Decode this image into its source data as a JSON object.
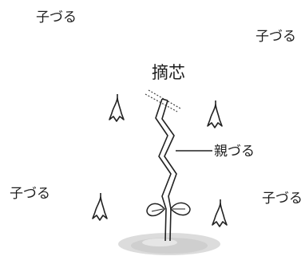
{
  "labels": {
    "top_left": "子づる",
    "top_right": "子づる",
    "middle_left": "子づる",
    "middle_right": "子づる",
    "main_vine": "親づる",
    "pinching": "摘芯"
  }
}
